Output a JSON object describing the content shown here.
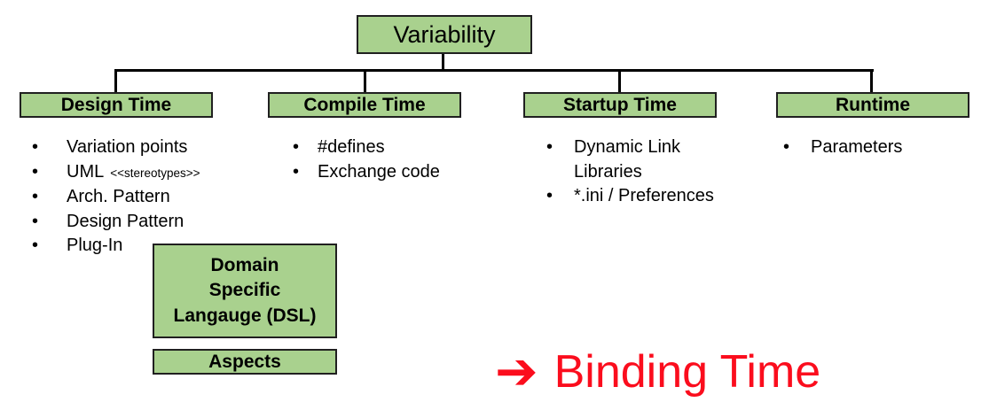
{
  "ui": {
    "bullet_char": "•"
  },
  "colors": {
    "box_fill": "#A9D18E",
    "box_border": "#202020",
    "connector": "#000000",
    "accent_red": "#FB0D1D"
  },
  "diagram": {
    "root": {
      "label": "Variability"
    },
    "branches": [
      {
        "label": "Design Time",
        "items": [
          "Variation points",
          "UML",
          "Arch. Pattern",
          "Design Pattern",
          "Plug-In"
        ],
        "uml_annotation": "<<stereotypes>>"
      },
      {
        "label": "Compile Time",
        "items": [
          "#defines",
          "Exchange code"
        ]
      },
      {
        "label": "Startup Time",
        "items": [
          "Dynamic Link Libraries",
          "*.ini / Preferences"
        ]
      },
      {
        "label": "Runtime",
        "items": [
          "Parameters"
        ]
      }
    ],
    "dsl_box": {
      "lines": [
        "Domain",
        "Specific",
        "Langauge (DSL)"
      ]
    },
    "aspects_box": {
      "label": "Aspects"
    },
    "annotation": {
      "arrow": "➔",
      "label": "Binding Time"
    }
  }
}
